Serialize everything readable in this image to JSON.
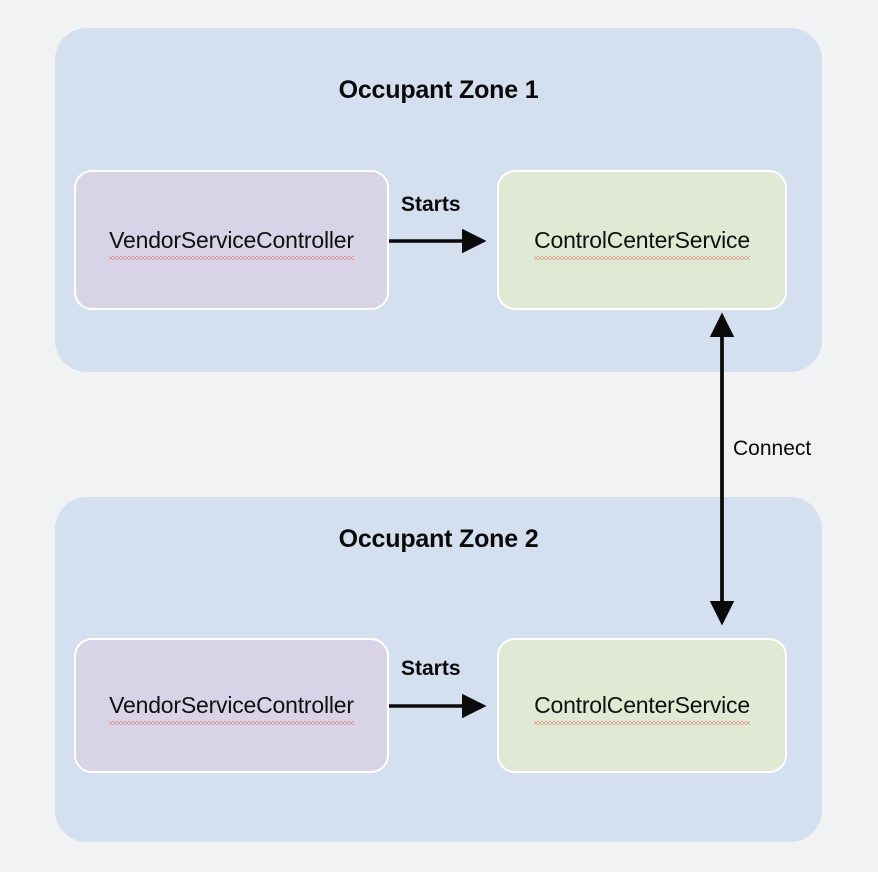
{
  "diagram": {
    "background_color": "#f1f2f4",
    "zone_color": "#d4dff0",
    "node_purple_color": "#d9d3e8",
    "node_green_color": "#e0e9d3",
    "arrow_color": "#0a0a0a",
    "spellcheck_underline_color": "#e06055",
    "zones": [
      {
        "id": "zone-1",
        "title": "Occupant Zone 1",
        "nodes": [
          {
            "id": "vendor-service-controller-1",
            "label": "VendorServiceController",
            "style": "purple",
            "misspelled": true
          },
          {
            "id": "control-center-service-1",
            "label": "ControlCenterService",
            "style": "green",
            "misspelled": true
          }
        ],
        "edges": [
          {
            "id": "starts-edge-1",
            "label": "Starts",
            "from": "vendor-service-controller-1",
            "to": "control-center-service-1",
            "direction": "right"
          }
        ]
      },
      {
        "id": "zone-2",
        "title": "Occupant Zone 2",
        "nodes": [
          {
            "id": "vendor-service-controller-2",
            "label": "VendorServiceController",
            "style": "purple",
            "misspelled": true
          },
          {
            "id": "control-center-service-2",
            "label": "ControlCenterService",
            "style": "green",
            "misspelled": true
          }
        ],
        "edges": [
          {
            "id": "starts-edge-2",
            "label": "Starts",
            "from": "vendor-service-controller-2",
            "to": "control-center-service-2",
            "direction": "right"
          }
        ]
      }
    ],
    "cross_zone_edge": {
      "id": "connect-edge",
      "label": "Connect",
      "from": "control-center-service-2",
      "to": "control-center-service-1",
      "direction": "bidirectional"
    }
  }
}
